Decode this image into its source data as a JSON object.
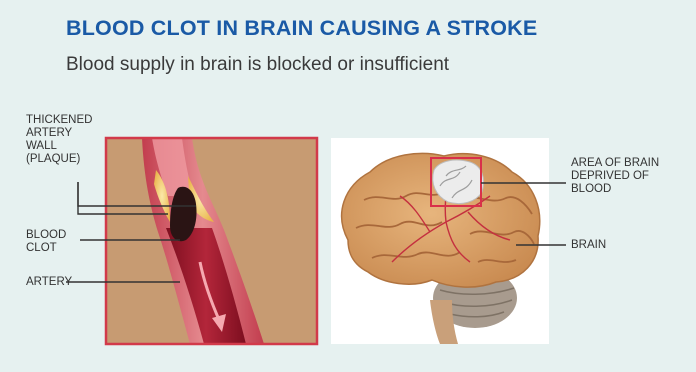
{
  "header": {
    "title": "BLOOD CLOT IN BRAIN CAUSING A STROKE",
    "subtitle": "Blood supply in brain is blocked or insufficient"
  },
  "labels": {
    "plaque": "THICKENED\nARTERY\nWALL\n(PLAQUE)",
    "clot": "BLOOD\nCLOT",
    "artery": "ARTERY",
    "deprived": "AREA OF BRAIN\nDEPRIVED OF\nBLOOD",
    "brain": "BRAIN"
  },
  "colors": {
    "title": "#1a5aa6",
    "background": "#e6f1f0",
    "tissue": "#c79b72",
    "artery_frame": "#d23a4a",
    "blood": "#9e1b2c",
    "brain": "#d8a169",
    "cerebellum": "#a89b8e",
    "highlight_box": "#d9304a"
  }
}
